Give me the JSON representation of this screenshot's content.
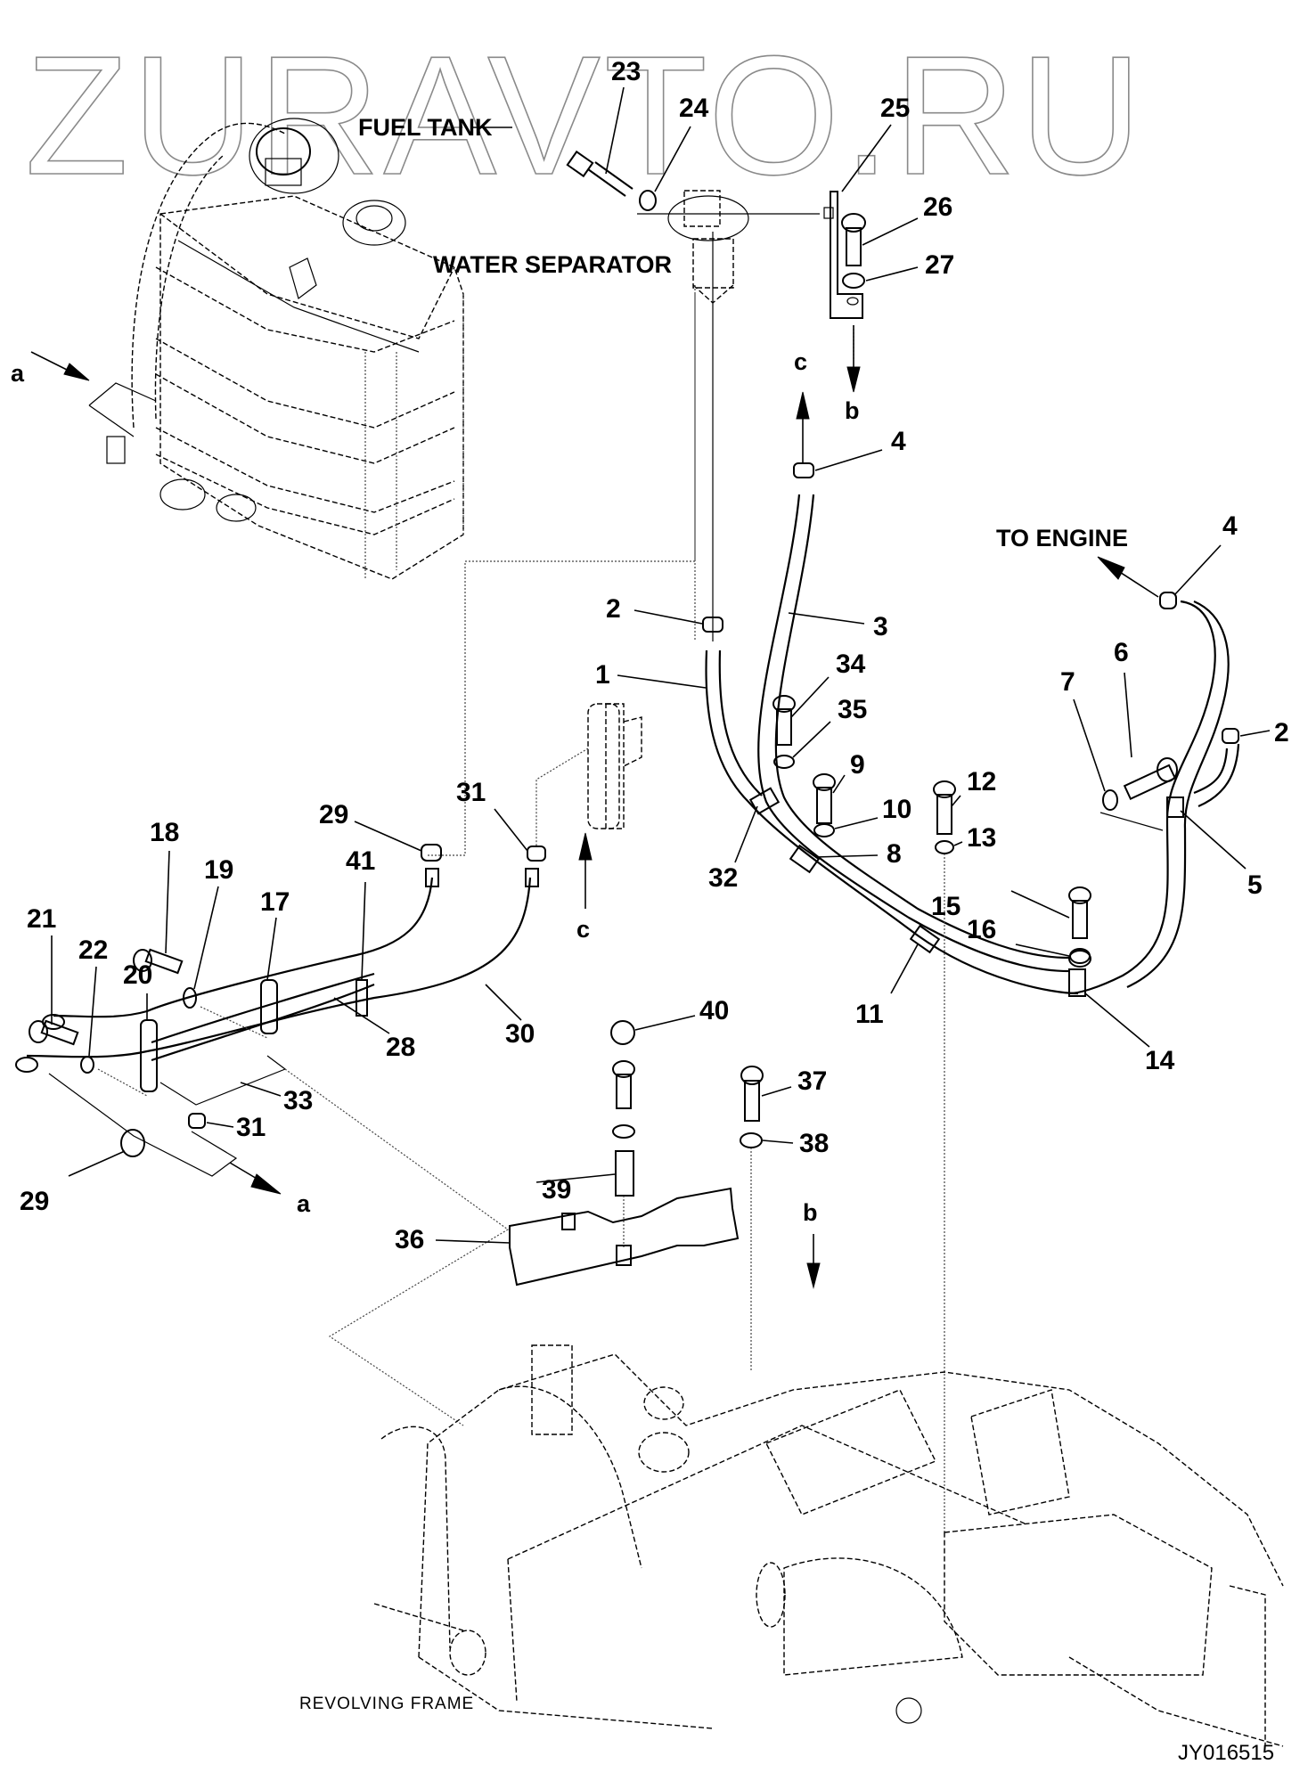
{
  "watermark": "ZURAVTO.RU",
  "labels": {
    "fuel_tank": "FUEL TANK",
    "water_separator": "WATER SEPARATOR",
    "to_engine": "TO ENGINE",
    "revolving_frame": "REVOLVING FRAME",
    "drawing_code": "JY016515"
  },
  "arrow_refs": {
    "a_top": "a",
    "a_bottom": "a",
    "b_top": "b",
    "b_bottom": "b",
    "c_top": "c",
    "c_bottom": "c"
  },
  "callouts": [
    {
      "id": "23",
      "text": "23"
    },
    {
      "id": "24",
      "text": "24"
    },
    {
      "id": "25",
      "text": "25"
    },
    {
      "id": "26",
      "text": "26"
    },
    {
      "id": "27",
      "text": "27"
    },
    {
      "id": "4a",
      "text": "4"
    },
    {
      "id": "4b",
      "text": "4"
    },
    {
      "id": "2a",
      "text": "2"
    },
    {
      "id": "2b",
      "text": "2"
    },
    {
      "id": "3",
      "text": "3"
    },
    {
      "id": "1",
      "text": "1"
    },
    {
      "id": "34",
      "text": "34"
    },
    {
      "id": "35",
      "text": "35"
    },
    {
      "id": "6",
      "text": "6"
    },
    {
      "id": "7",
      "text": "7"
    },
    {
      "id": "9",
      "text": "9"
    },
    {
      "id": "10",
      "text": "10"
    },
    {
      "id": "12",
      "text": "12"
    },
    {
      "id": "13",
      "text": "13"
    },
    {
      "id": "8",
      "text": "8"
    },
    {
      "id": "32",
      "text": "32"
    },
    {
      "id": "5",
      "text": "5"
    },
    {
      "id": "15",
      "text": "15"
    },
    {
      "id": "16",
      "text": "16"
    },
    {
      "id": "11",
      "text": "11"
    },
    {
      "id": "14",
      "text": "14"
    },
    {
      "id": "29a",
      "text": "29"
    },
    {
      "id": "31a",
      "text": "31"
    },
    {
      "id": "18",
      "text": "18"
    },
    {
      "id": "19",
      "text": "19"
    },
    {
      "id": "41",
      "text": "41"
    },
    {
      "id": "17",
      "text": "17"
    },
    {
      "id": "21",
      "text": "21"
    },
    {
      "id": "22",
      "text": "22"
    },
    {
      "id": "20",
      "text": "20"
    },
    {
      "id": "28",
      "text": "28"
    },
    {
      "id": "30",
      "text": "30"
    },
    {
      "id": "33",
      "text": "33"
    },
    {
      "id": "31b",
      "text": "31"
    },
    {
      "id": "29b",
      "text": "29"
    },
    {
      "id": "40",
      "text": "40"
    },
    {
      "id": "37",
      "text": "37"
    },
    {
      "id": "38",
      "text": "38"
    },
    {
      "id": "39",
      "text": "39"
    },
    {
      "id": "36",
      "text": "36"
    }
  ]
}
